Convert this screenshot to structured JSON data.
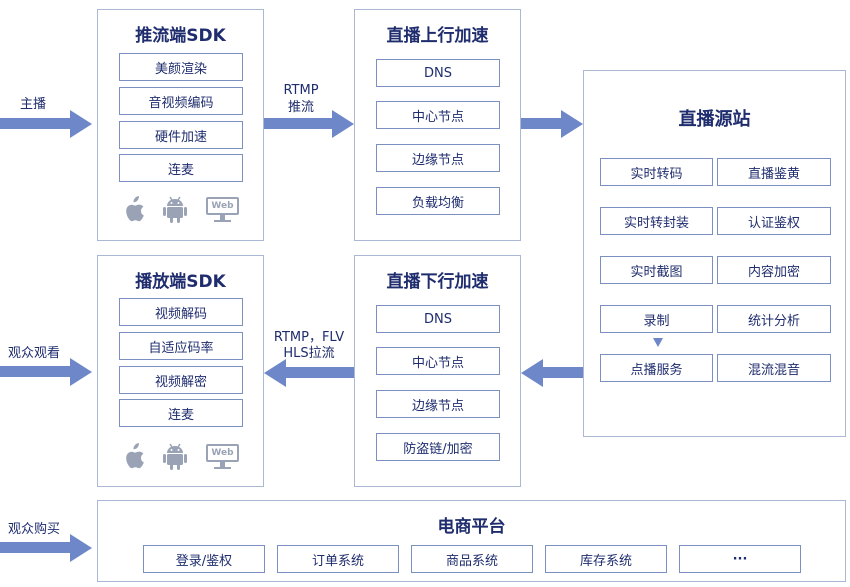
{
  "colors": {
    "arrow": "#6e87c8",
    "panel_border": "#aab8d6",
    "item_border": "#7b8fc0",
    "text": "#1f2d6e",
    "icon": "#9aa3b5"
  },
  "left_labels": {
    "broadcaster": "主播",
    "viewer_watch": "观众观看",
    "viewer_buy": "观众购买"
  },
  "push_sdk": {
    "title": "推流端SDK",
    "items": [
      "美颜渲染",
      "音视频编码",
      "硬件加速",
      "连麦"
    ],
    "icons": [
      "apple-icon",
      "android-icon",
      "web-icon"
    ],
    "web_label": "Web"
  },
  "play_sdk": {
    "title": "播放端SDK",
    "items": [
      "视频解码",
      "自适应码率",
      "视频解密",
      "连麦"
    ],
    "icons": [
      "apple-icon",
      "android-icon",
      "web-icon"
    ],
    "web_label": "Web"
  },
  "upstream": {
    "title": "直播上行加速",
    "items": [
      "DNS",
      "中心节点",
      "边缘节点",
      "负载均衡"
    ]
  },
  "downstream": {
    "title": "直播下行加速",
    "items": [
      "DNS",
      "中心节点",
      "边缘节点",
      "防盗链/加密"
    ]
  },
  "origin": {
    "title": "直播源站",
    "items": [
      "实时转码",
      "直播鉴黄",
      "实时转封装",
      "认证鉴权",
      "实时截图",
      "内容加密",
      "录制",
      "统计分析",
      "点播服务",
      "混流混音"
    ]
  },
  "ecommerce": {
    "title": "电商平台",
    "items": [
      "登录/鉴权",
      "订单系统",
      "商品系统",
      "库存系统",
      "···"
    ]
  },
  "arrow_labels": {
    "push_line1": "RTMP",
    "push_line2": "推流",
    "pull_line1": "RTMP，FLV",
    "pull_line2": "HLS拉流"
  }
}
